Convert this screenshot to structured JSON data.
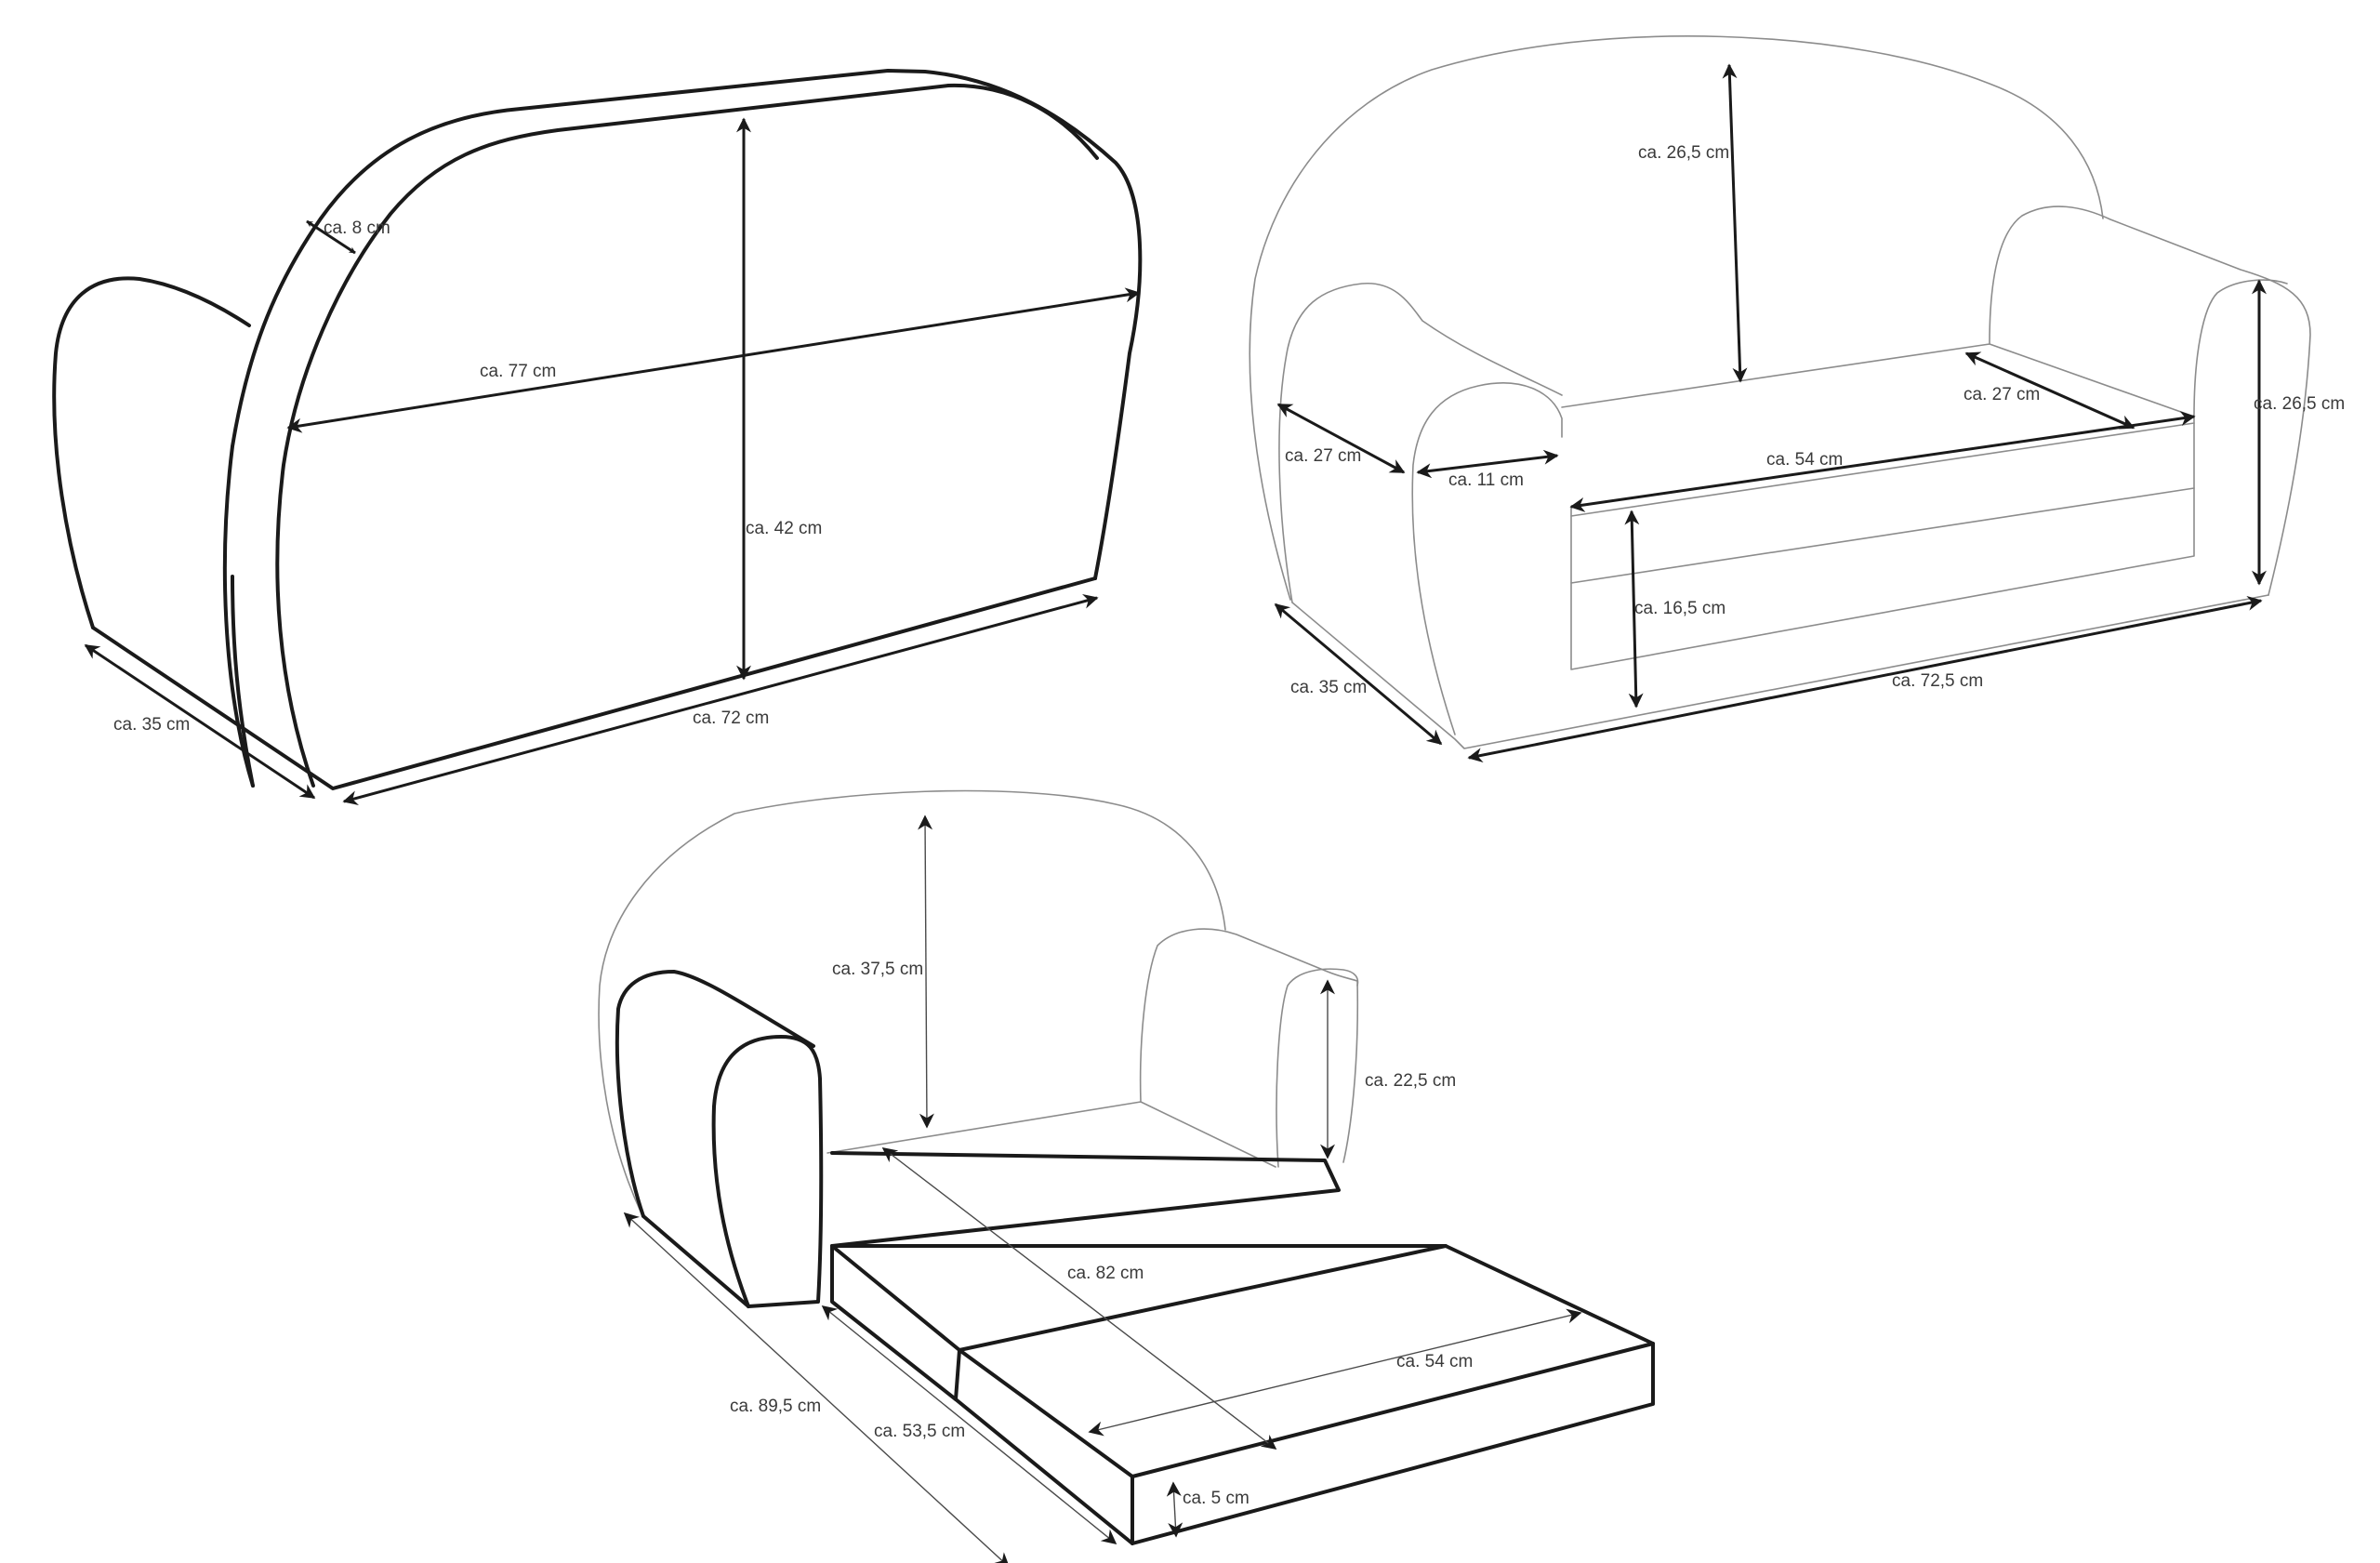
{
  "views": {
    "back": {
      "depth": "ca. 35 cm",
      "width_bottom": "ca. 72 cm",
      "width_top": "ca. 77 cm",
      "height": "ca. 42 cm",
      "rim": "ca. 8 cm"
    },
    "front": {
      "back_height": "ca. 26,5 cm",
      "arm_height": "ca. 26,5 cm",
      "arm_depth": "ca. 27 cm",
      "arm_width": "ca. 11 cm",
      "seat_width": "ca. 54 cm",
      "seat_depth": "ca. 27 cm",
      "seat_height": "ca. 16,5 cm",
      "depth": "ca. 35 cm",
      "width": "ca. 72,5 cm"
    },
    "unfolded": {
      "back_height": "ca. 37,5 cm",
      "arm_height": "ca. 22,5 cm",
      "bed_length": "ca. 82 cm",
      "bed_width": "ca. 54 cm",
      "total_length": "ca. 89,5 cm",
      "cushion_length": "ca. 53,5 cm",
      "thickness": "ca. 5 cm"
    }
  }
}
